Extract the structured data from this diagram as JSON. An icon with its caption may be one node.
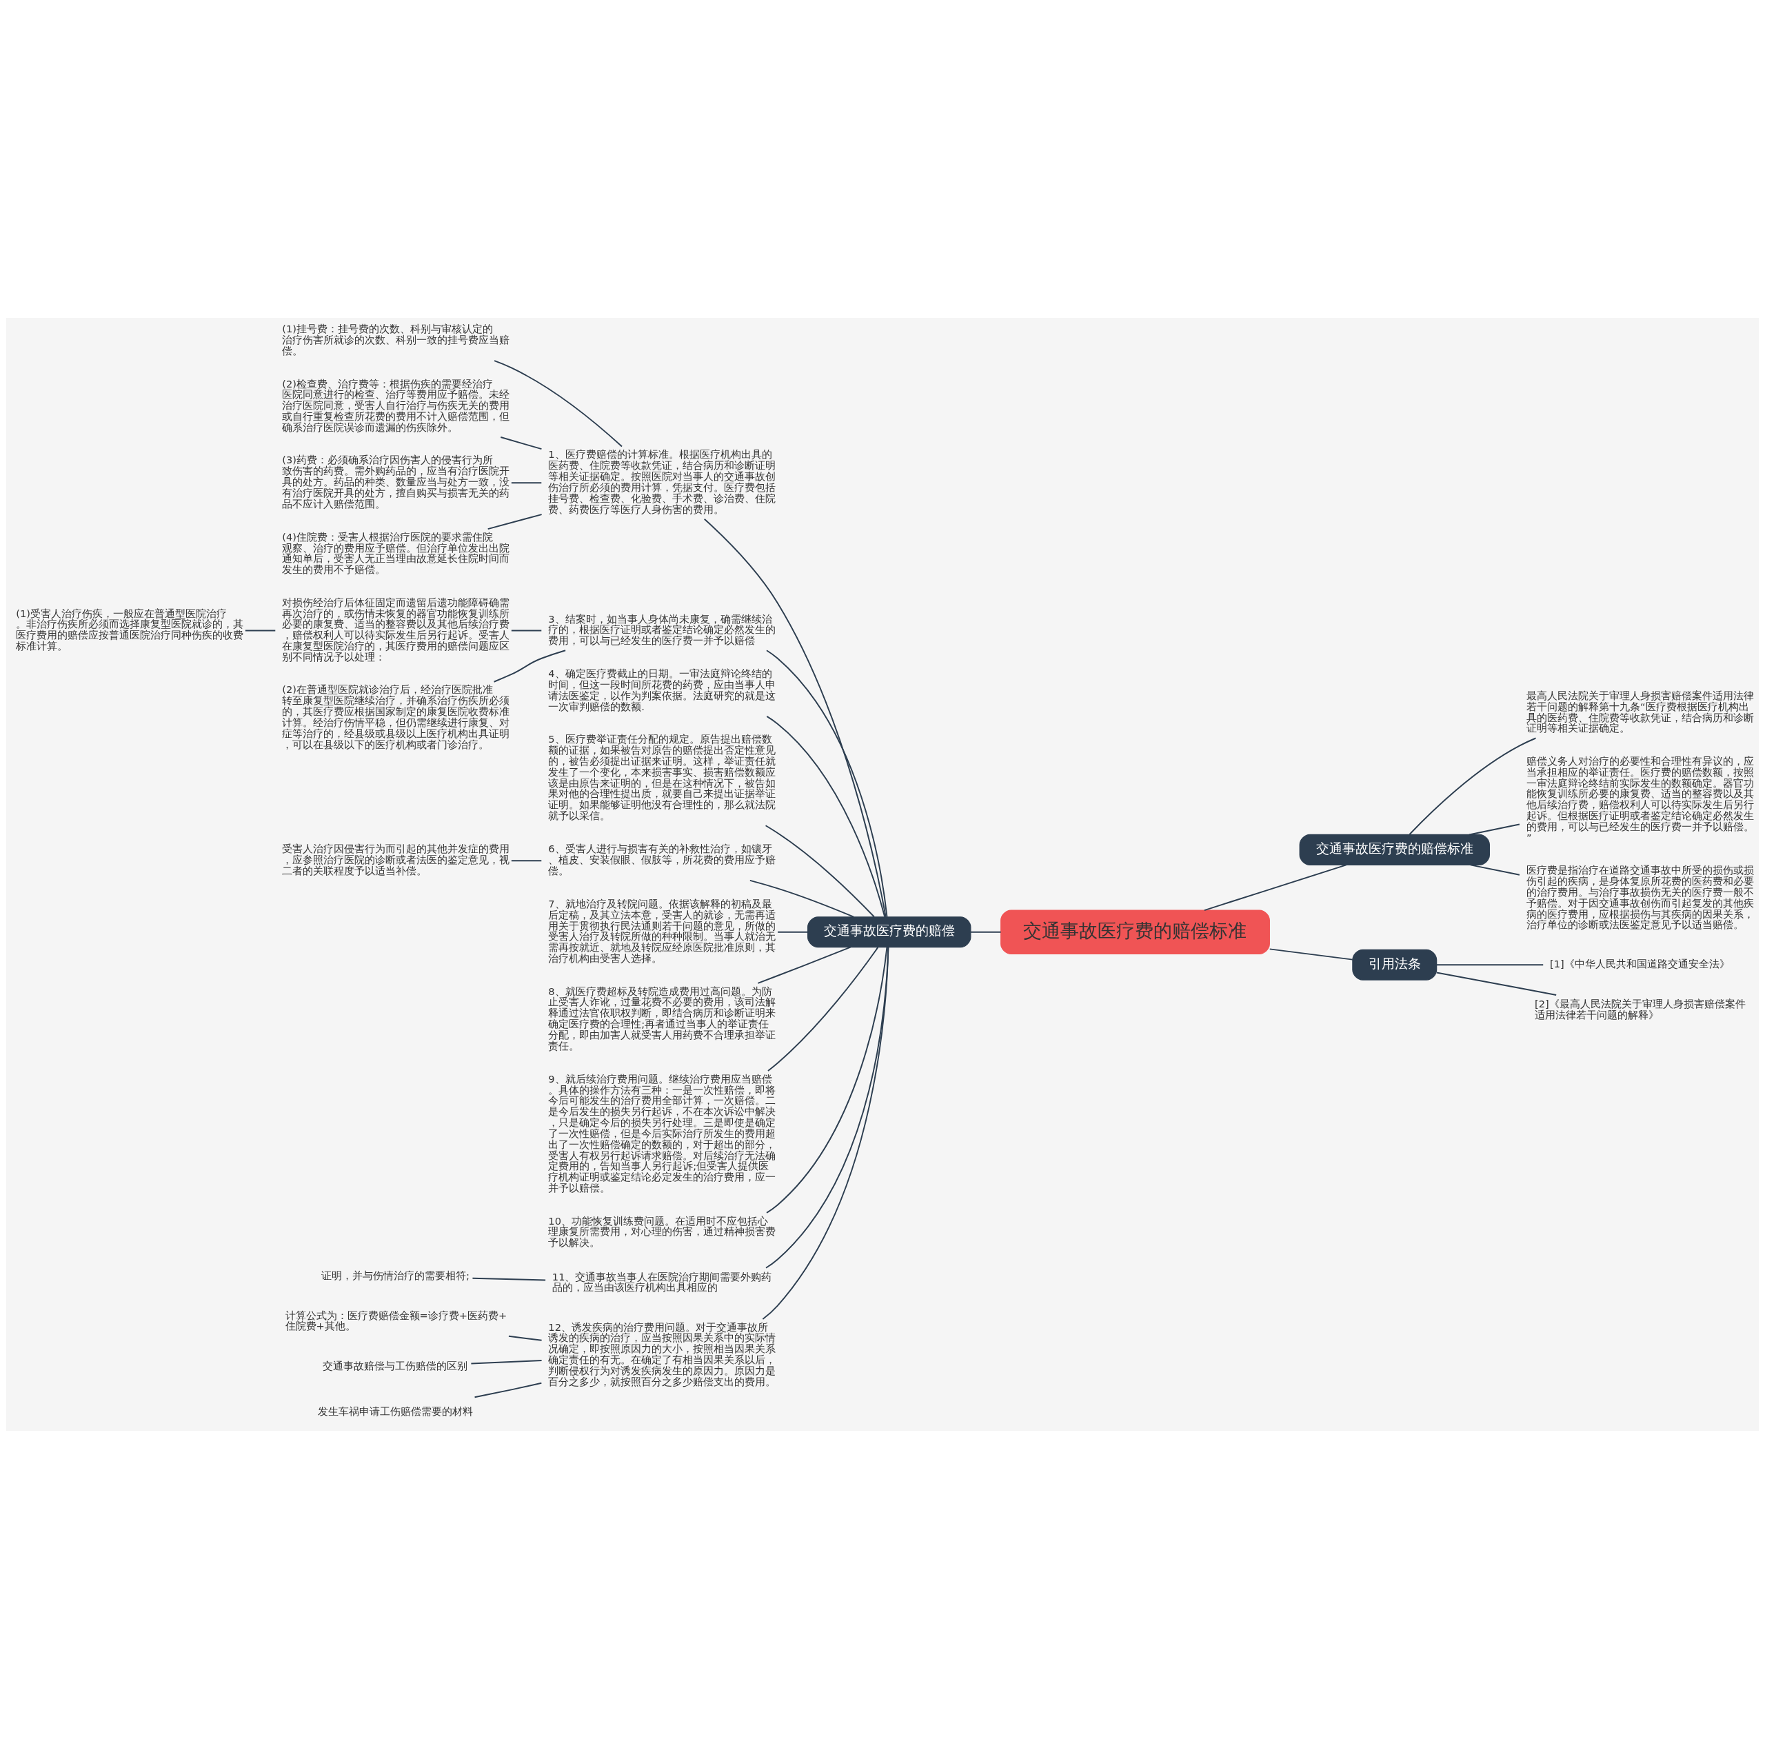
{
  "diagram": {
    "nodes": [
      {
        "text": [
          "交通事故医疗费的赔偿标准"
        ]
      },
      {
        "text": [
          "交通事故医疗费的赔偿"
        ]
      },
      {
        "text": [
          "1、医疗费赔偿的计算标准。根据医疗机构出具的医药费、住院费等收款凭证，结合病历和诊断证明等相关证据确定。按照医院对当事人的交通事故创伤治疗所必须的费用计算，凭据支付。医疗费包括挂号费、检查费、化验费、手术费、诊治费、住院费、药费医疗等医疗人身伤害的费用。"
        ]
      },
      {
        "text": [
          "(1)挂号费：挂号费的次数、科别与审核认定的治疗伤害所就诊的次数、科别一致的挂号费应当赔偿。"
        ]
      },
      {
        "text": [
          "(2)检查费、治疗费等：根据伤疾的需要经治疗医院同意进行的检查、治疗等费用应予赔偿。未经治疗医院同意，受害人自行治疗与伤疾无关的费用或自行重复检查所花费的费用不计入赔偿范围，但确系治疗医院误诊而遗漏的伤疾除外。"
        ]
      },
      {
        "text": [
          "(3)药费：必须确系治疗因伤害人的侵害行为所致伤害的药费。需外购药品的，应当有治疗医院开具的处方。药品的种类、数量应当与处方一致，没有治疗医院开具的处方，擅自购买与损害无关的药品不应计入赔偿范围。"
        ]
      },
      {
        "text": [
          "(4)住院费：受害人根据治疗医院的要求需住院观察、治疗的费用应予赔偿。但治疗单位发出出院通知单后，受害人无正当理由故意延长住院时间而发生的费用不予赔偿。"
        ]
      },
      {
        "text": [
          "3、结案时，如当事人身体尚未康复，确需继续治疗的，根据医疗证明或者鉴定结论确定必然发生的费用，可以与已经发生的医疗费一并予以赔偿"
        ]
      },
      {
        "text": [
          "对损伤经治疗后体征固定而遗留后遗功能障碍确需再次治疗的，或伤情未恢复的器官功能恢复训练所必要的康复费、适当的整容费以及其他后续治疗费，赔偿权利人可以待实际发生后另行起诉。受害人在康复型医院治疗的，其医疗费用的赔偿问题应区别不同情况予以处理："
        ]
      },
      {
        "text": [
          "(1)受害人治疗伤疾，一般应在普通型医院治疗。非治疗伤疾所必须而选择康复型医院就诊的，其医疗费用的赔偿应按普通医院治疗同种伤疾的收费标准计算。"
        ]
      },
      {
        "text": [
          "(2)在普通型医院就诊治疗后，经治疗医院批准转至康复型医院继续治疗，并确系治疗伤疾所必须的，其医疗费应根据国家制定的康复医院收费标准计算。经治疗伤情平稳，但仍需继续进行康复、对症等治疗的，经县级或县级以上医疗机构出具证明，可以在县级以下的医疗机构或者门诊治疗。"
        ]
      },
      {
        "text": [
          "4、确定医疗费截止的日期。一审法庭辩论终结的时间，但这一段时间所花费的药费，应由当事人申请法医鉴定，以作为判案依据。法庭研究的就是这一次审判赔偿的数额."
        ]
      },
      {
        "text": [
          "5、医疗费举证责任分配的规定。原告提出赔偿数额的证据，如果被告对原告的赔偿提出否定性意见的，被告必须提出证据来证明。这样，举证责任就发生了一个变化，本来损害事实、损害赔偿数额应该是由原告来证明的，但是在这种情况下，被告如果对他的合理性提出质，就要自己来提出证据举证证明。如果能够证明他没有合理性的，那么就法院就予以采信。"
        ]
      },
      {
        "text": [
          "6、受害人进行与损害有关的补救性治疗，如镶牙、植皮、安装假眼、假肢等，所花费的费用应予赔偿。"
        ]
      },
      {
        "text": [
          "受害人治疗因侵害行为而引起的其他并发症的费用，应参照治疗医院的诊断或者法医的鉴定意见，视二者的关联程度予以适当补偿。"
        ]
      },
      {
        "text": [
          "7、就地治疗及转院问题。依据该解释的初稿及最后定稿，及其立法本意，受害人的就诊，无需再适用关于贯彻执行民法通则若干问题的意见，所做的受害人治疗及转院所做的种种限制。当事人就治无需再按就近、就地及转院应经原医院批准原则，其治疗机构由受害人选择。"
        ]
      },
      {
        "text": [
          "8、就医疗费超标及转院造成费用过高问题。为防止受害人诈讹，过量花费不必要的费用，该司法解释通过法官依职权判断，即结合病历和诊断证明来确定医疗费的合理性;再者通过当事人的举证责任分配，即由加害人就受害人用药费不合理承担举证责任。"
        ]
      },
      {
        "text": [
          "9、就后续治疗费用问题。继续治疗费用应当赔偿。具体的操作方法有三种：一是一次性赔偿，即将今后可能发生的治疗费用全部计算，一次赔偿。二是今后发生的损失另行起诉，不在本次诉讼中解决，只是确定今后的损失另行处理。三是即使是确定了一次性赔偿，但是今后实际治疗所发生的费用超出了一次性赔偿确定的数额的，对于超出的部分，受害人有权另行起诉请求赔偿。对后续治疗无法确定费用的，告知当事人另行起诉;但受害人提供医疗机构证明或鉴定结论必定发生的治疗费用，应一并予以赔偿。"
        ]
      },
      {
        "text": [
          "10、功能恢复训练费问题。在适用时不应包括心理康复所需费用，对心理的伤害，通过精神损害费予以解决。"
        ]
      },
      {
        "text": [
          "11、交通事故当事人在医院治疗期间需要外购药品的，应当由该医疗机构出具相应的"
        ]
      },
      {
        "text": [
          "证明，并与伤情治疗的需要相符;"
        ]
      },
      {
        "text": [
          "12、诱发疾病的治疗费用问题。对于交通事故所诱发的疾病的治疗，应当按照因果关系中的实际情况确定，即按照原因力的大小，按照相当因果关系确定责任的有无。在确定了有相当因果关系以后，判断侵权行为对诱发疾病发生的原因力。原因力是百分之多少，就按照百分之多少赔偿支出的费用。"
        ]
      },
      {
        "text": [
          "计算公式为：医疗费赔偿金额=诊疗费+医药费+住院费+其他。"
        ]
      },
      {
        "text": [
          "交通事故赔偿与工伤赔偿的区别"
        ]
      },
      {
        "text": [
          "发生车祸申请工伤赔偿需要的材料"
        ]
      },
      {
        "text": [
          "交通事故医疗费的赔偿标准"
        ]
      },
      {
        "text": [
          "最高人民法院关于审理人身损害赔偿案件适用法律若干问题的解释第十九条“医疗费根据医疗机构出具的医药费、住院费等收款凭证，结合病历和诊断证明等相关证据确定。"
        ]
      },
      {
        "text": [
          "赔偿义务人对治疗的必要性和合理性有异议的，应当承担相应的举证责任。医疗费的赔偿数额，按照一审法庭辩论终结前实际发生的数额确定。器官功能恢复训练所必要的康复费、适当的整容费以及其他后续治疗费，赔偿权利人可以待实际发生后另行起诉。但根据医疗证明或者鉴定结论确定必然发生的费用，可以与已经发生的医疗费一并予以赔偿。”"
        ]
      },
      {
        "text": [
          "医疗费是指治疗在道路交通事故中所受的损伤或损伤引起的疾病，是身体复原所花费的医药费和必要的治疗费用。与治疗事故损伤无关的医疗费一般不予赔偿。对于因交通事故创伤而引起复发的其他疾病的医疗费用，应根据损伤与其疾病的因果关系，治疗单位的诊断或法医鉴定意见予以适当赔偿。"
        ]
      },
      {
        "text": [
          "引用法条"
        ]
      },
      {
        "text": [
          "[1]《中华人民共和国道路交通安全法》"
        ]
      },
      {
        "text": [
          "[2]《最高人民法院关于审理人身损害赔偿案件适用法律若干问题的解释》"
        ]
      }
    ],
    "edges": [
      {
        "from": 1,
        "to": 0,
        "arrow": "none"
      },
      {
        "from": 2,
        "to": 1,
        "arrow": "none"
      },
      {
        "from": 3,
        "to": 2,
        "arrow": "none"
      },
      {
        "from": 4,
        "to": 2,
        "arrow": "none"
      },
      {
        "from": 5,
        "to": 2,
        "arrow": "none"
      },
      {
        "from": 6,
        "to": 2,
        "arrow": "none"
      },
      {
        "from": 7,
        "to": 1,
        "arrow": "none"
      },
      {
        "from": 8,
        "to": 7,
        "arrow": "none"
      },
      {
        "from": 9,
        "to": 8,
        "arrow": "none"
      },
      {
        "from": 10,
        "to": 7,
        "arrow": "none"
      },
      {
        "from": 11,
        "to": 1,
        "arrow": "none"
      },
      {
        "from": 12,
        "to": 1,
        "arrow": "none"
      },
      {
        "from": 13,
        "to": 1,
        "arrow": "none"
      },
      {
        "from": 14,
        "to": 13,
        "arrow": "none"
      },
      {
        "from": 15,
        "to": 1,
        "arrow": "none"
      },
      {
        "from": 16,
        "to": 1,
        "arrow": "none"
      },
      {
        "from": 17,
        "to": 1,
        "arrow": "none"
      },
      {
        "from": 18,
        "to": 1,
        "arrow": "none"
      },
      {
        "from": 19,
        "to": 1,
        "arrow": "none"
      },
      {
        "from": 20,
        "to": 19,
        "arrow": "none"
      },
      {
        "from": 21,
        "to": 1,
        "arrow": "none"
      },
      {
        "from": 22,
        "to": 21,
        "arrow": "none"
      },
      {
        "from": 23,
        "to": 21,
        "arrow": "none"
      },
      {
        "from": 24,
        "to": 21,
        "arrow": "none"
      },
      {
        "from": 0,
        "to": 25,
        "arrow": "none"
      },
      {
        "from": 25,
        "to": 26,
        "arrow": "none"
      },
      {
        "from": 25,
        "to": 27,
        "arrow": "none"
      },
      {
        "from": 25,
        "to": 28,
        "arrow": "none"
      },
      {
        "from": 0,
        "to": 29,
        "arrow": "none"
      },
      {
        "from": 29,
        "to": 30,
        "arrow": "none"
      },
      {
        "from": 29,
        "to": 31,
        "arrow": "none"
      }
    ]
  }
}
